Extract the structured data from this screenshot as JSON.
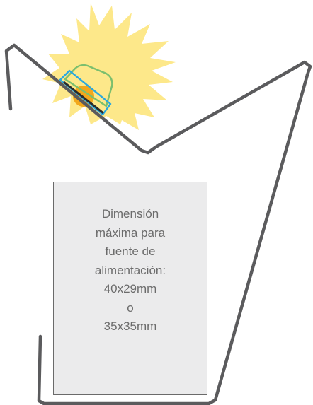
{
  "colors": {
    "background": "#ffffff",
    "frame_stroke": "#5b5b5d",
    "sun_rays": "#fde88a",
    "sun_core": "#f2a81c",
    "sensor_outline_blue": "#2aa8e0",
    "sensor_outline_green": "#7cbf6e",
    "label_box_fill": "#ebebec",
    "label_box_border": "#6a6a6a",
    "label_text": "#6b6b6b"
  },
  "icons": [
    "sun-icon",
    "solar-sensor-icon"
  ],
  "label": {
    "lines": [
      "Dimensión",
      "máxima para",
      "fuente de",
      "alimentación:",
      "40x29mm",
      "o",
      "35x35mm"
    ]
  }
}
